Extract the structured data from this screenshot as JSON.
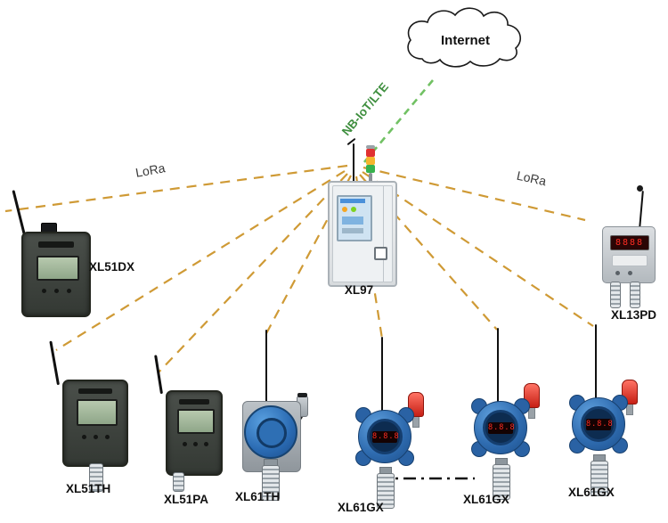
{
  "diagram": {
    "cloud_label": "Internet",
    "links": {
      "nbiot": "NB-IoT/LTE",
      "lora_left": "LoRa",
      "lora_right": "LoRa"
    },
    "gateway_label": "XL97",
    "device_labels": {
      "xl51dx": "XL51DX",
      "xl13pd": "XL13PD",
      "xl51th": "XL51TH",
      "xl51pa": "XL51PA",
      "xl61th": "XL61TH",
      "xl61gx_1": "XL61GX",
      "xl61gx_2": "XL61GX",
      "xl61gx_3": "XL61GX"
    },
    "displays": {
      "xl13pd": "8888",
      "xl61gx": "8.8.8"
    }
  },
  "colors": {
    "lora_line": "#cf9a35",
    "nbiot_line": "#71c163",
    "ellipsis_line": "#111111",
    "beacon_red": "#d92c20",
    "device_blue": "#2f6cb0"
  }
}
